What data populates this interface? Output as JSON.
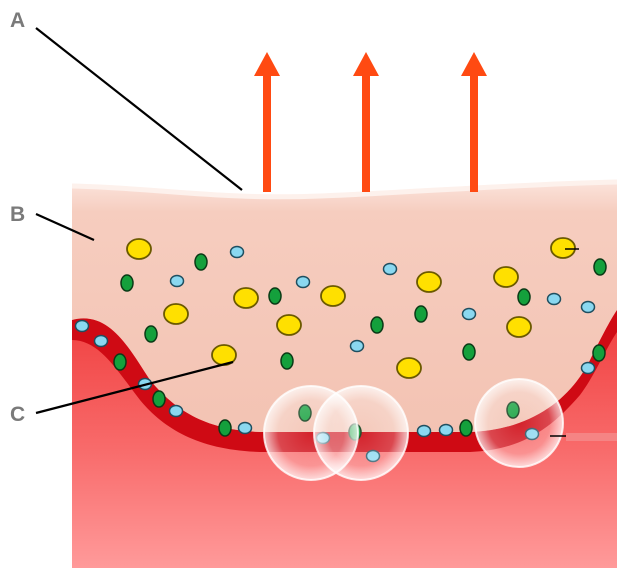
{
  "labels": {
    "a": "A",
    "b": "B",
    "c": "C"
  },
  "colors": {
    "tissue_pink": "#f6c9bb",
    "blood_red": "#f24a4a",
    "vessel_wall": "#cf0a14",
    "arrow_orange": "#ff4a12",
    "yellow_particle": "#ffe000",
    "green_particle": "#14a03c",
    "blue_particle": "#8ad8f0"
  },
  "icons": [
    "up-arrow-icon",
    "bubble-icon"
  ]
}
